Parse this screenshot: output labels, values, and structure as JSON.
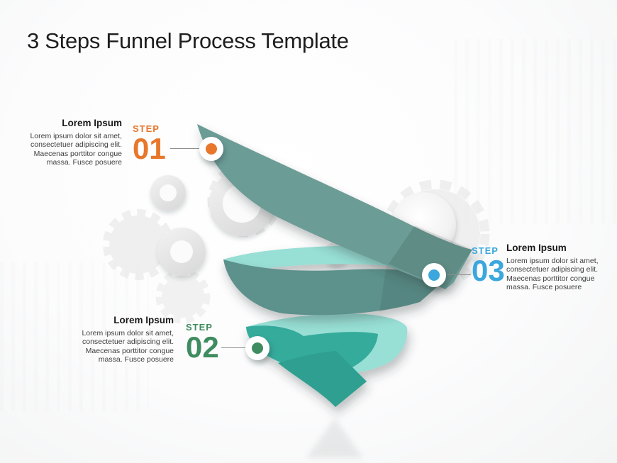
{
  "slide": {
    "title": "3 Steps Funnel Process Template"
  },
  "steps": [
    {
      "label": "STEP",
      "number": "01",
      "color": "#E8772B",
      "heading": "Lorem Ipsum",
      "body_lines": [
        "Lorem ipsum dolor sit amet,",
        "consectetuer adipiscing elit.",
        "Maecenas porttitor congue",
        "massa. Fusce posuere"
      ]
    },
    {
      "label": "STEP",
      "number": "02",
      "color": "#3E8C5F",
      "heading": "Lorem Ipsum",
      "body_lines": [
        "Lorem ipsum dolor sit amet,",
        "consectetuer adipiscing elit.",
        "Maecenas porttitor congue",
        "massa. Fusce posuere"
      ]
    },
    {
      "label": "STEP",
      "number": "03",
      "color": "#3BA7DC",
      "heading": "Lorem Ipsum",
      "body_lines": [
        "Lorem ipsum dolor sit amet,",
        "consectetuer adipiscing elit.",
        "Maecenas porttitor congue",
        "massa. Fusce posuere"
      ]
    }
  ],
  "colors": {
    "ribbon_teal": "#6C9C96",
    "ribbon_teal_dark": "#5D918B",
    "ribbon_mint": "#98DFD5",
    "ribbon_turquoise": "#35AB9C",
    "ribbon_turquoise_dark": "#2D9F90",
    "gear_gray": "#EDEDED",
    "ring_hole": "#FBFBFC",
    "connector_gray": "#8F8F8F"
  }
}
